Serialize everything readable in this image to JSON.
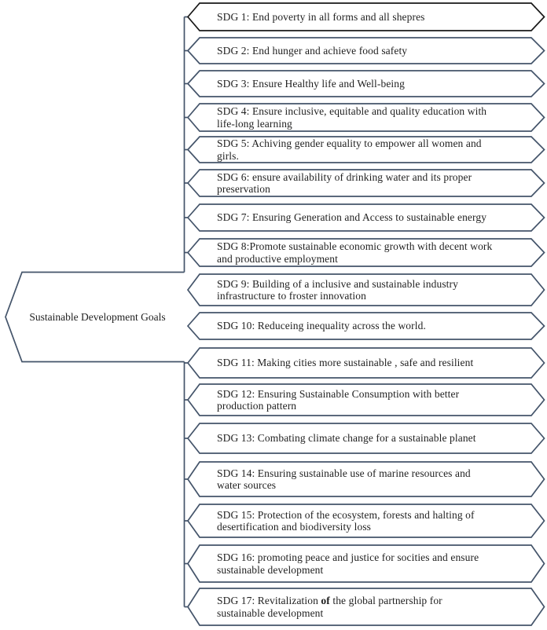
{
  "diagram": {
    "main_node": {
      "label": "Sustainable Development Goals"
    },
    "sdg_items": [
      {
        "id": 1,
        "label": "SDG 1: End poverty in all forms and all shepres"
      },
      {
        "id": 2,
        "label": "SDG 2: End hunger and achieve food safety"
      },
      {
        "id": 3,
        "label": "SDG 3: Ensure Healthy life and Well-being"
      },
      {
        "id": 4,
        "label": "SDG 4: Ensure inclusive, equitable and quality education with\nlife-long learning"
      },
      {
        "id": 5,
        "label": "SDG 5: Achiving gender equality to empower all women and\ngirls."
      },
      {
        "id": 6,
        "label": "SDG 6: ensure availability of drinking water and its proper\npreservation"
      },
      {
        "id": 7,
        "label": "SDG 7: Ensuring Generation and Access to sustainable energy"
      },
      {
        "id": 8,
        "label": "SDG 8:Promote sustainable economic growth with decent work\nand productive employment"
      },
      {
        "id": 9,
        "label": "SDG 9: Building of a inclusive and sustainable industry\ninfrastructure to froster innovation"
      },
      {
        "id": 10,
        "label": "SDG 10: Reduceing inequality across the world."
      },
      {
        "id": 11,
        "label": "SDG 11: Making cities more sustainable , safe and resilient"
      },
      {
        "id": 12,
        "label": "SDG 12: Ensuring Sustainable Consumption with better\nproduction pattern"
      },
      {
        "id": 13,
        "label": "SDG 13: Combating climate change for a sustainable planet"
      },
      {
        "id": 14,
        "label": "SDG 14: Ensuring sustainable use of marine resources and\nwater sources"
      },
      {
        "id": 15,
        "label": "SDG 15: Protection of the ecosystem, forests and halting of\ndesertification and biodiversity loss"
      },
      {
        "id": 16,
        "label": "SDG 16: promoting peace and justice for socities and ensure\nsustainable development"
      },
      {
        "id": 17,
        "label": "SDG 17: Revitalization **of** the global partnership for\nsustainable development"
      }
    ]
  },
  "colors": {
    "outline": "#44546a",
    "outline_first_box": "#181818",
    "text": "#1f1f1f",
    "background": "#ffffff"
  }
}
